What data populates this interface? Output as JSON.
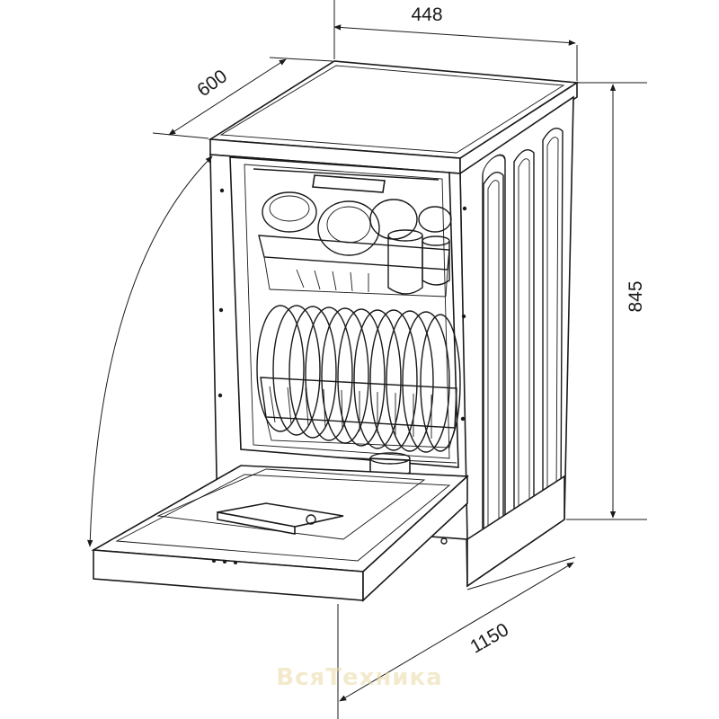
{
  "dimensions": {
    "width": "448",
    "depth": "600",
    "height": "845",
    "open_depth": "1150"
  },
  "watermark": {
    "text": "ВсяТехника"
  },
  "colors": {
    "line": "#1a1a1a",
    "background": "#ffffff",
    "watermark": "#ead9a6"
  }
}
